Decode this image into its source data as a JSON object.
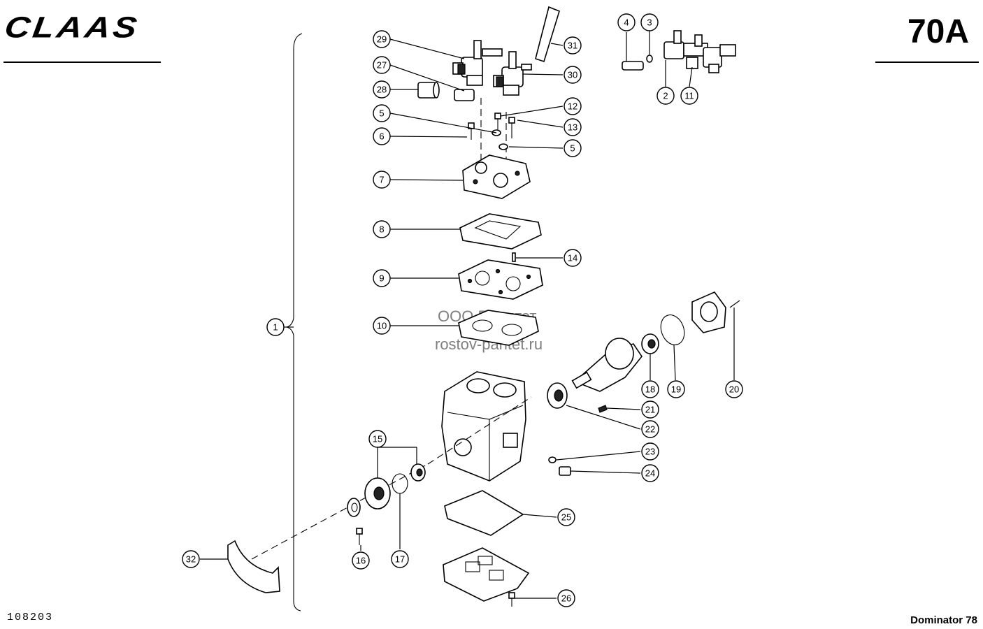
{
  "header": {
    "brand": "CLAAS",
    "page_number": "70A"
  },
  "footer": {
    "document_number": "108203",
    "model": "Dominator 78"
  },
  "watermark": {
    "line1": "ООО Паритет",
    "line2": "rostov-paritet.ru"
  },
  "callouts": [
    "1",
    "2",
    "3",
    "4",
    "5",
    "5",
    "6",
    "7",
    "8",
    "9",
    "10",
    "11",
    "12",
    "13",
    "14",
    "15",
    "16",
    "17",
    "18",
    "19",
    "20",
    "21",
    "22",
    "23",
    "24",
    "25",
    "26",
    "27",
    "28",
    "29",
    "30",
    "31",
    "32"
  ]
}
